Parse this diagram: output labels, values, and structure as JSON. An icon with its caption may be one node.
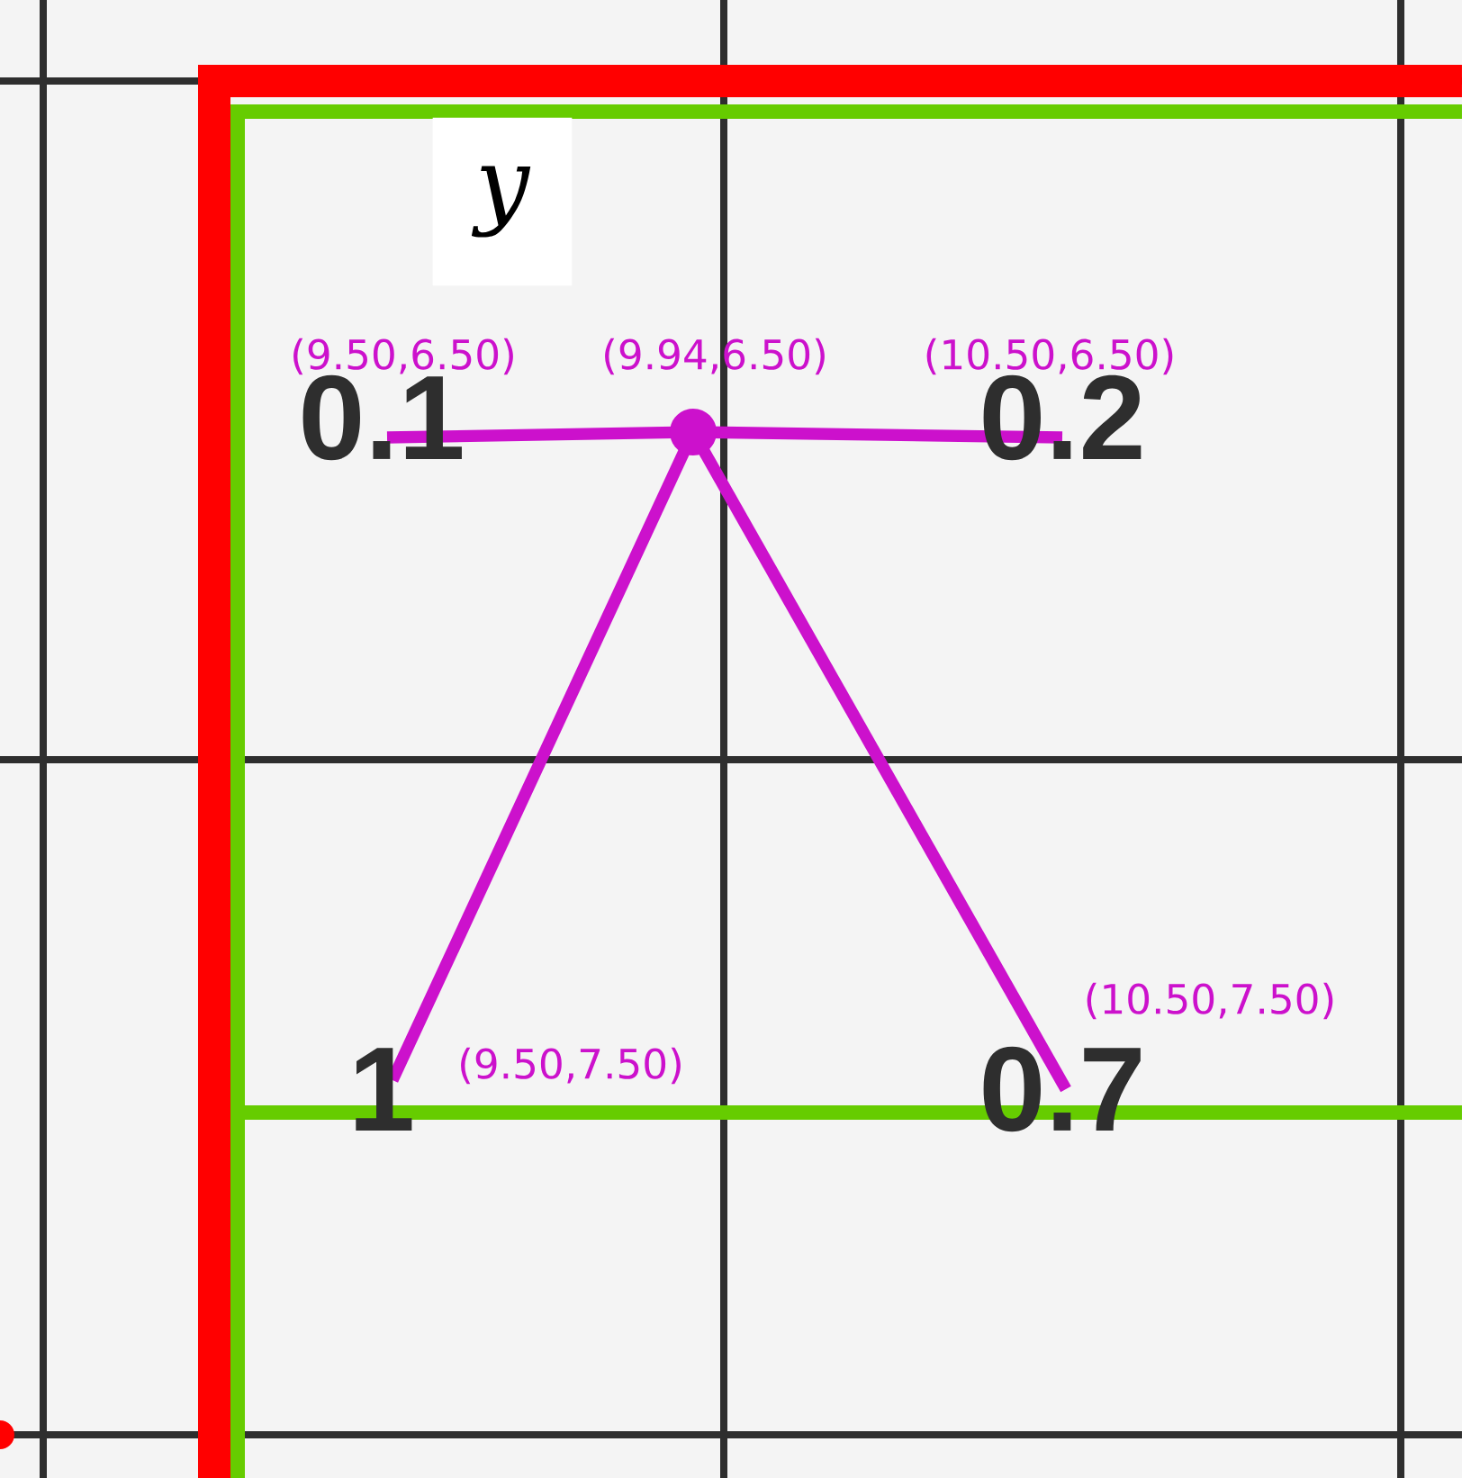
{
  "diagram": {
    "nodes": [
      {
        "text": [
          "(9.50,6.50)"
        ]
      },
      {
        "text": [
          "(9.94,6.50)"
        ]
      },
      {
        "text": [
          "(10.50,6.50)"
        ]
      },
      {
        "text": [
          "(9.50,7.50)"
        ]
      },
      {
        "text": [
          "(10.50,7.50)"
        ]
      }
    ],
    "edges": [
      {
        "from": 0,
        "to": 1,
        "arrow": "none"
      },
      {
        "from": 1,
        "to": 2,
        "arrow": "none"
      },
      {
        "from": 1,
        "to": 3,
        "arrow": "none"
      },
      {
        "from": 1,
        "to": 4,
        "arrow": "none"
      }
    ],
    "labels": [
      "y",
      "0.1",
      "0.2",
      "1",
      "0.7"
    ]
  }
}
